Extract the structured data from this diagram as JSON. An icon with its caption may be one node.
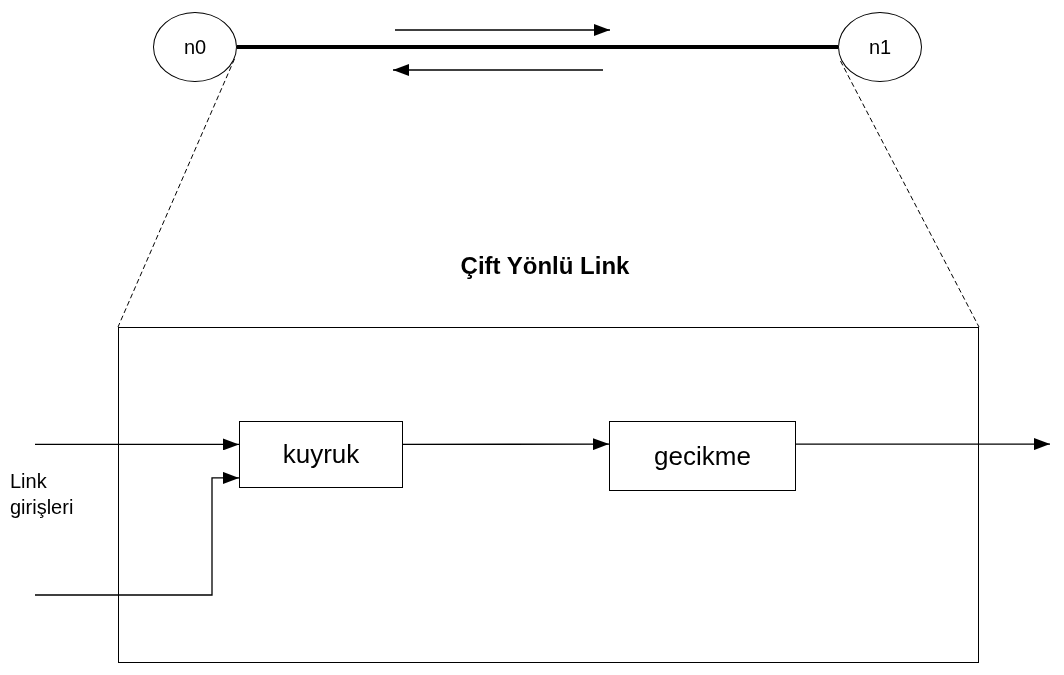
{
  "diagram": {
    "title": "Çift Yönlü Link",
    "nodes": [
      {
        "text": [
          "n0"
        ]
      },
      {
        "text": [
          "n1"
        ]
      },
      {
        "text": [],
        "shape": "box"
      },
      {
        "text": [
          "kuyruk"
        ],
        "in": 2
      },
      {
        "text": [
          "gecikme"
        ],
        "in": 2
      }
    ],
    "edges": [
      {
        "from": 0,
        "to": 1,
        "arrow": "none",
        "style": "thick"
      },
      {
        "from": 0,
        "to": 2,
        "arrow": "none",
        "style": "dashed"
      },
      {
        "from": 1,
        "to": 2,
        "arrow": "none",
        "style": "dashed"
      },
      {
        "from": null,
        "to": 3,
        "arrow": "to"
      },
      {
        "from": null,
        "to": 3,
        "arrow": "to"
      },
      {
        "from": 3,
        "to": 4,
        "arrow": "to"
      },
      {
        "from": 4,
        "to": null,
        "arrow": "to"
      }
    ],
    "labels": [
      "Link girişleri"
    ]
  }
}
